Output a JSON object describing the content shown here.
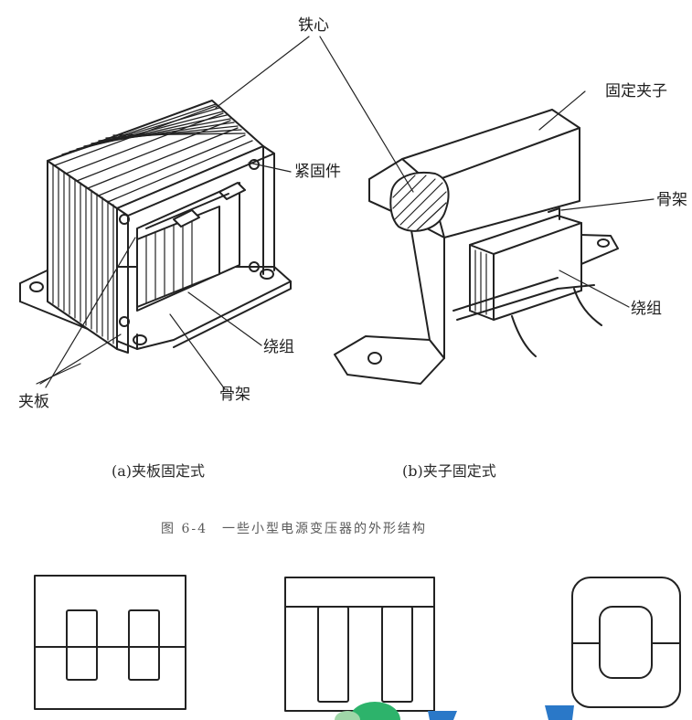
{
  "labels": {
    "core": "铁心",
    "fixed_clip": "固定夹子",
    "fastener": "紧固件",
    "bobbin_right": "骨架",
    "winding_right": "绕组",
    "winding_left": "绕组",
    "bobbin_left": "骨架",
    "clamp_plate": "夹板"
  },
  "captions": {
    "a": "(a)夹板固定式",
    "b": "(b)夹子固定式",
    "figure": "图 6-4　一些小型电源变压器的外形结构"
  }
}
